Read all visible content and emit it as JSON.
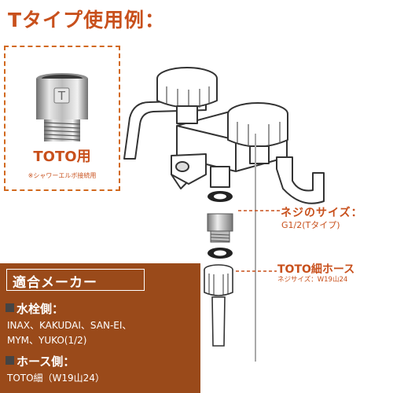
{
  "title": "Tタイプ使用例：",
  "product": {
    "label": "TOTO用",
    "note": "※シャワーエルボ接続用",
    "badge": "T"
  },
  "annotations": {
    "thread_title": "ネジのサイズ：",
    "thread_sub": "G1/2(Tタイプ)",
    "hose_title": "TOTO細ホース",
    "hose_sub": "ネジサイズ：W19山24"
  },
  "makers": {
    "title": "適合メーカー",
    "faucet_heading": "水栓側：",
    "faucet_line1": "INAX、KAKUDAI、SAN-EI、",
    "faucet_line2": "MYM、YUKO(1/2)",
    "hose_heading": "ホース側：",
    "hose_line": "TOTO細（W19山24）"
  },
  "colors": {
    "accent": "#c8501c",
    "panel": "#9a4a1a"
  }
}
